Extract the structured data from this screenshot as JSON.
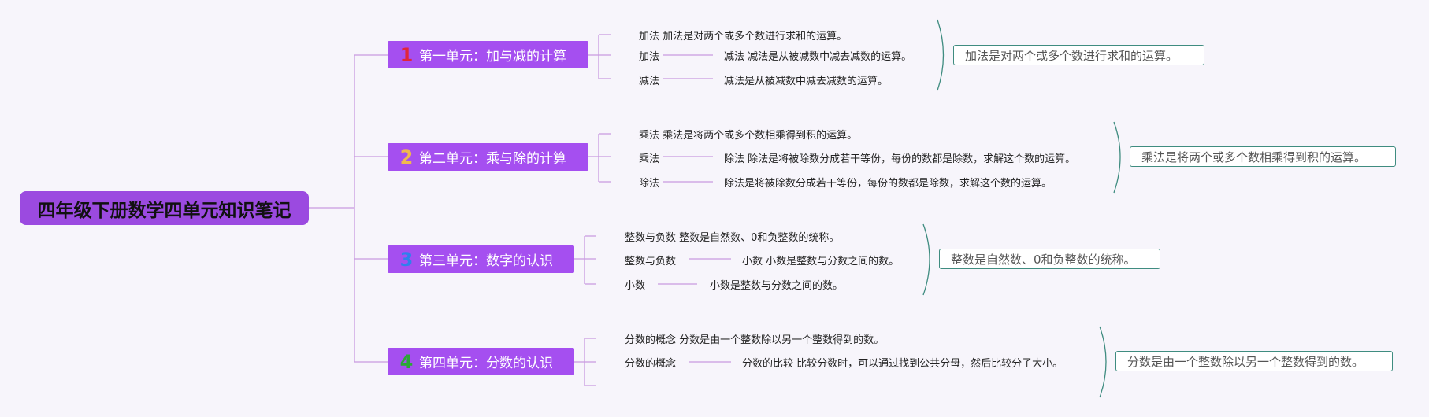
{
  "root": {
    "title": "四年级下册数学四单元知识笔记"
  },
  "colors": {
    "root": "#9b4ae0",
    "branch": "#a54ff0",
    "line": "#c99be0",
    "summary_border": "#3f8c80",
    "num1": "#e0263b",
    "num2": "#f0b84f",
    "num3": "#2f80ed",
    "num4": "#2aa836"
  },
  "units": [
    {
      "num": "1",
      "title": "第一单元：加与减的计算",
      "leaf1": "加法 加法是对两个或多个数进行求和的运算。",
      "leaf2_head": "加法",
      "leaf2_tail": "减法 减法是从被减数中减去减数的运算。",
      "leaf3_head": "减法",
      "leaf3_tail": "减法是从被减数中减去减数的运算。",
      "summary": "加法是对两个或多个数进行求和的运算。"
    },
    {
      "num": "2",
      "title": "第二单元：乘与除的计算",
      "leaf1": "乘法 乘法是将两个或多个数相乘得到积的运算。",
      "leaf2_head": "乘法",
      "leaf2_tail": "除法 除法是将被除数分成若干等份，每份的数都是除数，求解这个数的运算。",
      "leaf3_head": "除法",
      "leaf3_tail": "除法是将被除数分成若干等份，每份的数都是除数，求解这个数的运算。",
      "summary": "乘法是将两个或多个数相乘得到积的运算。"
    },
    {
      "num": "3",
      "title": "第三单元：数字的认识",
      "leaf1": "整数与负数 整数是自然数、0和负整数的统称。",
      "leaf2_head": "整数与负数",
      "leaf2_tail": "小数 小数是整数与分数之间的数。",
      "leaf3_head": "小数",
      "leaf3_tail": "小数是整数与分数之间的数。",
      "summary": "整数是自然数、0和负整数的统称。"
    },
    {
      "num": "4",
      "title": "第四单元：分数的认识",
      "leaf1": "分数的概念 分数是由一个整数除以另一个整数得到的数。",
      "leaf2_head": "分数的概念",
      "leaf2_tail": "分数的比较 比较分数时，可以通过找到公共分母，然后比较分子大小。",
      "leaf3_head": "",
      "leaf3_tail": "",
      "summary": "分数是由一个整数除以另一个整数得到的数。"
    }
  ]
}
